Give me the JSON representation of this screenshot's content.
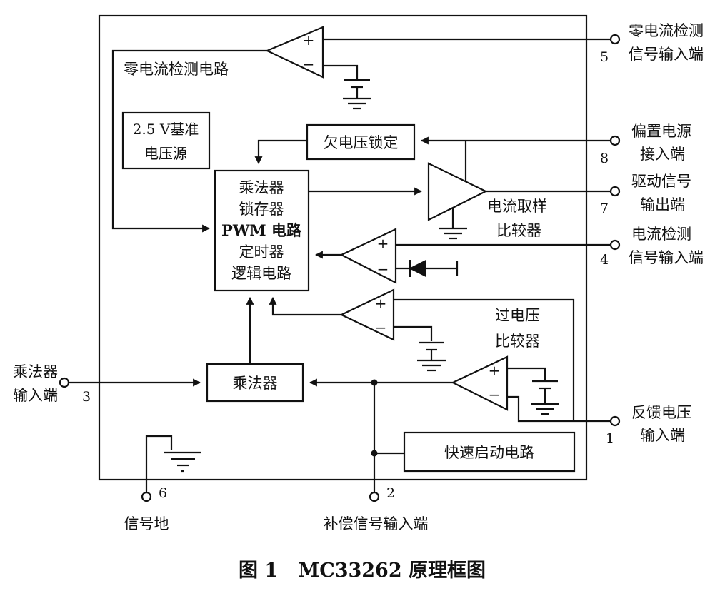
{
  "caption": "图 1   MC33262 原理框图",
  "blocks": {
    "ref": [
      "2.5 V基准",
      "电压源"
    ],
    "uvlo": "欠电压锁定",
    "core": [
      "乘法器",
      "锁存器",
      "PWM 电路",
      "定时器",
      "逻辑电路"
    ],
    "mult": "乘法器",
    "fast": "快速启动电路"
  },
  "labels": {
    "zcd": "零电流检测电路",
    "cs_cmp": [
      "电流取样",
      "比较器"
    ],
    "ov_cmp": [
      "过电压",
      "比较器"
    ]
  },
  "amp_signs": {
    "plus": "+",
    "minus": "−"
  },
  "pins": {
    "p5": {
      "num": "5",
      "label": [
        "零电流检测",
        "信号输入端"
      ]
    },
    "p8": {
      "num": "8",
      "label": [
        "偏置电源",
        "接入端"
      ]
    },
    "p7": {
      "num": "7",
      "label": [
        "驱动信号",
        "输出端"
      ]
    },
    "p4": {
      "num": "4",
      "label": [
        "电流检测",
        "信号输入端"
      ]
    },
    "p1": {
      "num": "1",
      "label": [
        "反馈电压",
        "输入端"
      ]
    },
    "p3": {
      "num": "3",
      "label": [
        "乘法器",
        "输入端"
      ]
    },
    "p6": {
      "num": "6",
      "label": "信号地"
    },
    "p2": {
      "num": "2",
      "label": "补偿信号输入端"
    }
  }
}
